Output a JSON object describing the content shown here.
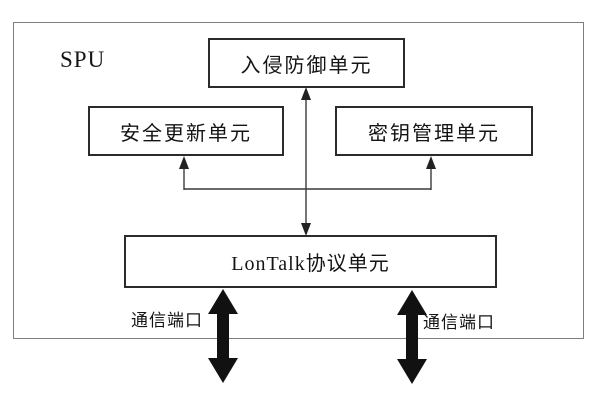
{
  "diagram": {
    "title_label": "SPU",
    "nodes": {
      "intrusion": {
        "label": "入侵防御单元"
      },
      "update": {
        "label": "安全更新单元"
      },
      "key": {
        "label": "密钥管理单元"
      },
      "lontalk": {
        "label": "LonTalk协议单元"
      }
    },
    "ports": {
      "left": {
        "label": "通信端口"
      },
      "right": {
        "label": "通信端口"
      }
    },
    "connections": [
      "入侵防御单元 <-> LonTalk协议单元",
      "-> 安全更新单元",
      "-> 密钥管理单元",
      "LonTalk协议单元 <-> 通信端口 (left)",
      "LonTalk协议单元 <-> 通信端口 (right)"
    ],
    "colors": {
      "background": "#ffffff",
      "outer_border": "#7e7e7e",
      "node_border": "#2b2b2b",
      "wire": "#3a3a3a",
      "thick_arrow": "#111111",
      "text": "#141414"
    }
  }
}
